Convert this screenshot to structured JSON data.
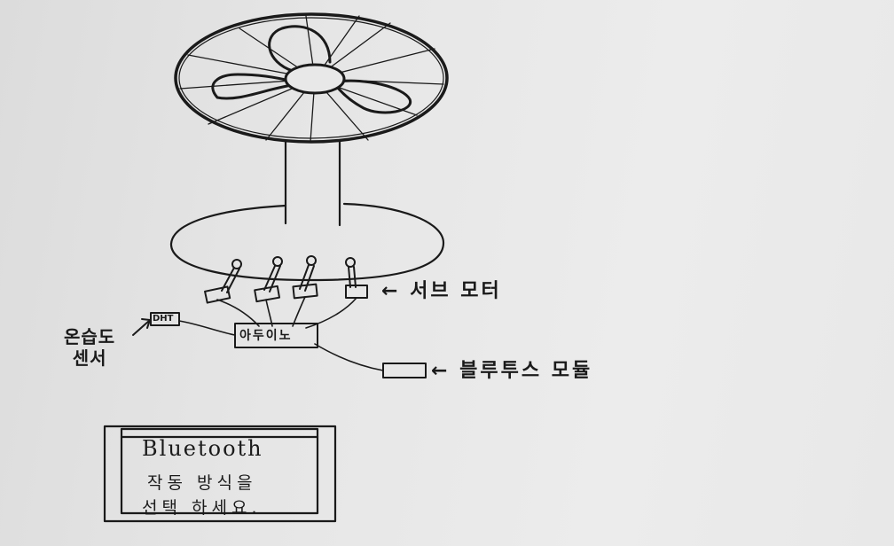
{
  "labels": {
    "servo_motor": "← 서브 모터",
    "bluetooth_module": "← 블루투스 모듈",
    "sensor_line1": "온습도",
    "sensor_line2": "센서",
    "arduino": "아두이노",
    "dht_chip": "DHT"
  },
  "display": {
    "title": "Bluetooth",
    "line1": "작동 방식을",
    "line2": "선택 하세요."
  }
}
